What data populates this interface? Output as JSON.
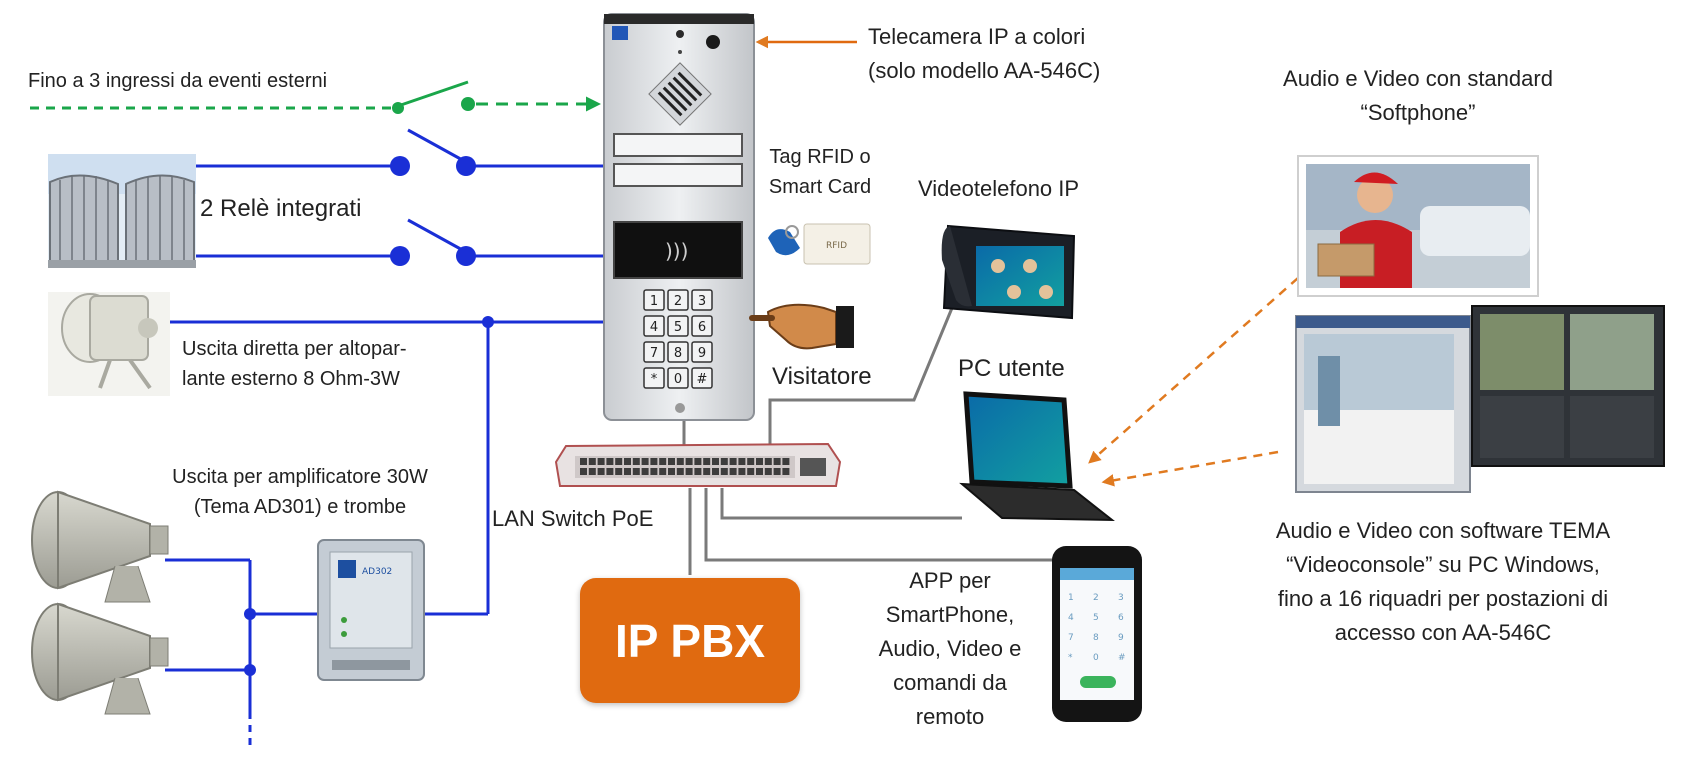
{
  "labels": {
    "camera_line1": "Telecamera IP a colori",
    "camera_line2": "(solo modello AA-546C)",
    "inputs": "Fino a 3 ingressi da eventi esterni",
    "relays": "2 Relè integrati",
    "rfid_line1": "Tag RFID o",
    "rfid_line2": "Smart Card",
    "videophone": "Videotelefono IP",
    "softphone_line1": "Audio e Video con standard",
    "softphone_line2": "“Softphone”",
    "speaker_line1": "Uscita diretta per altopar-",
    "speaker_line2": "lante esterno 8 Ohm-3W",
    "visitor": "Visitatore",
    "pc_user": "PC utente",
    "amp_line1": "Uscita per amplificatore 30W",
    "amp_line2": "(Tema AD301) e trombe",
    "lan_switch": "LAN Switch PoE",
    "app_line1": "APP per",
    "app_line2": "SmartPhone,",
    "app_line3": "Audio, Video e",
    "app_line4": "comandi da",
    "app_line5": "remoto",
    "pbx": "IP PBX",
    "vc_line1": "Audio e Video con software TEMA",
    "vc_line2": "“Videoconsole” su PC Windows,",
    "vc_line3": "fino a 16 riquadri per postazioni di",
    "vc_line4": "accesso con AA-546C"
  },
  "keypad": [
    "1",
    "2",
    "3",
    "4",
    "5",
    "6",
    "7",
    "8",
    "9",
    "*",
    "0",
    "#"
  ],
  "device_texts": {
    "rfid_card": "RFID",
    "amp_model": "AD302"
  },
  "colors": {
    "blue_line": "#1a2fd6",
    "green_dashed": "#1aa64a",
    "orange": "#e06a10",
    "gray_cable": "#7a7a7a",
    "orange_dashed": "#e07a20"
  }
}
